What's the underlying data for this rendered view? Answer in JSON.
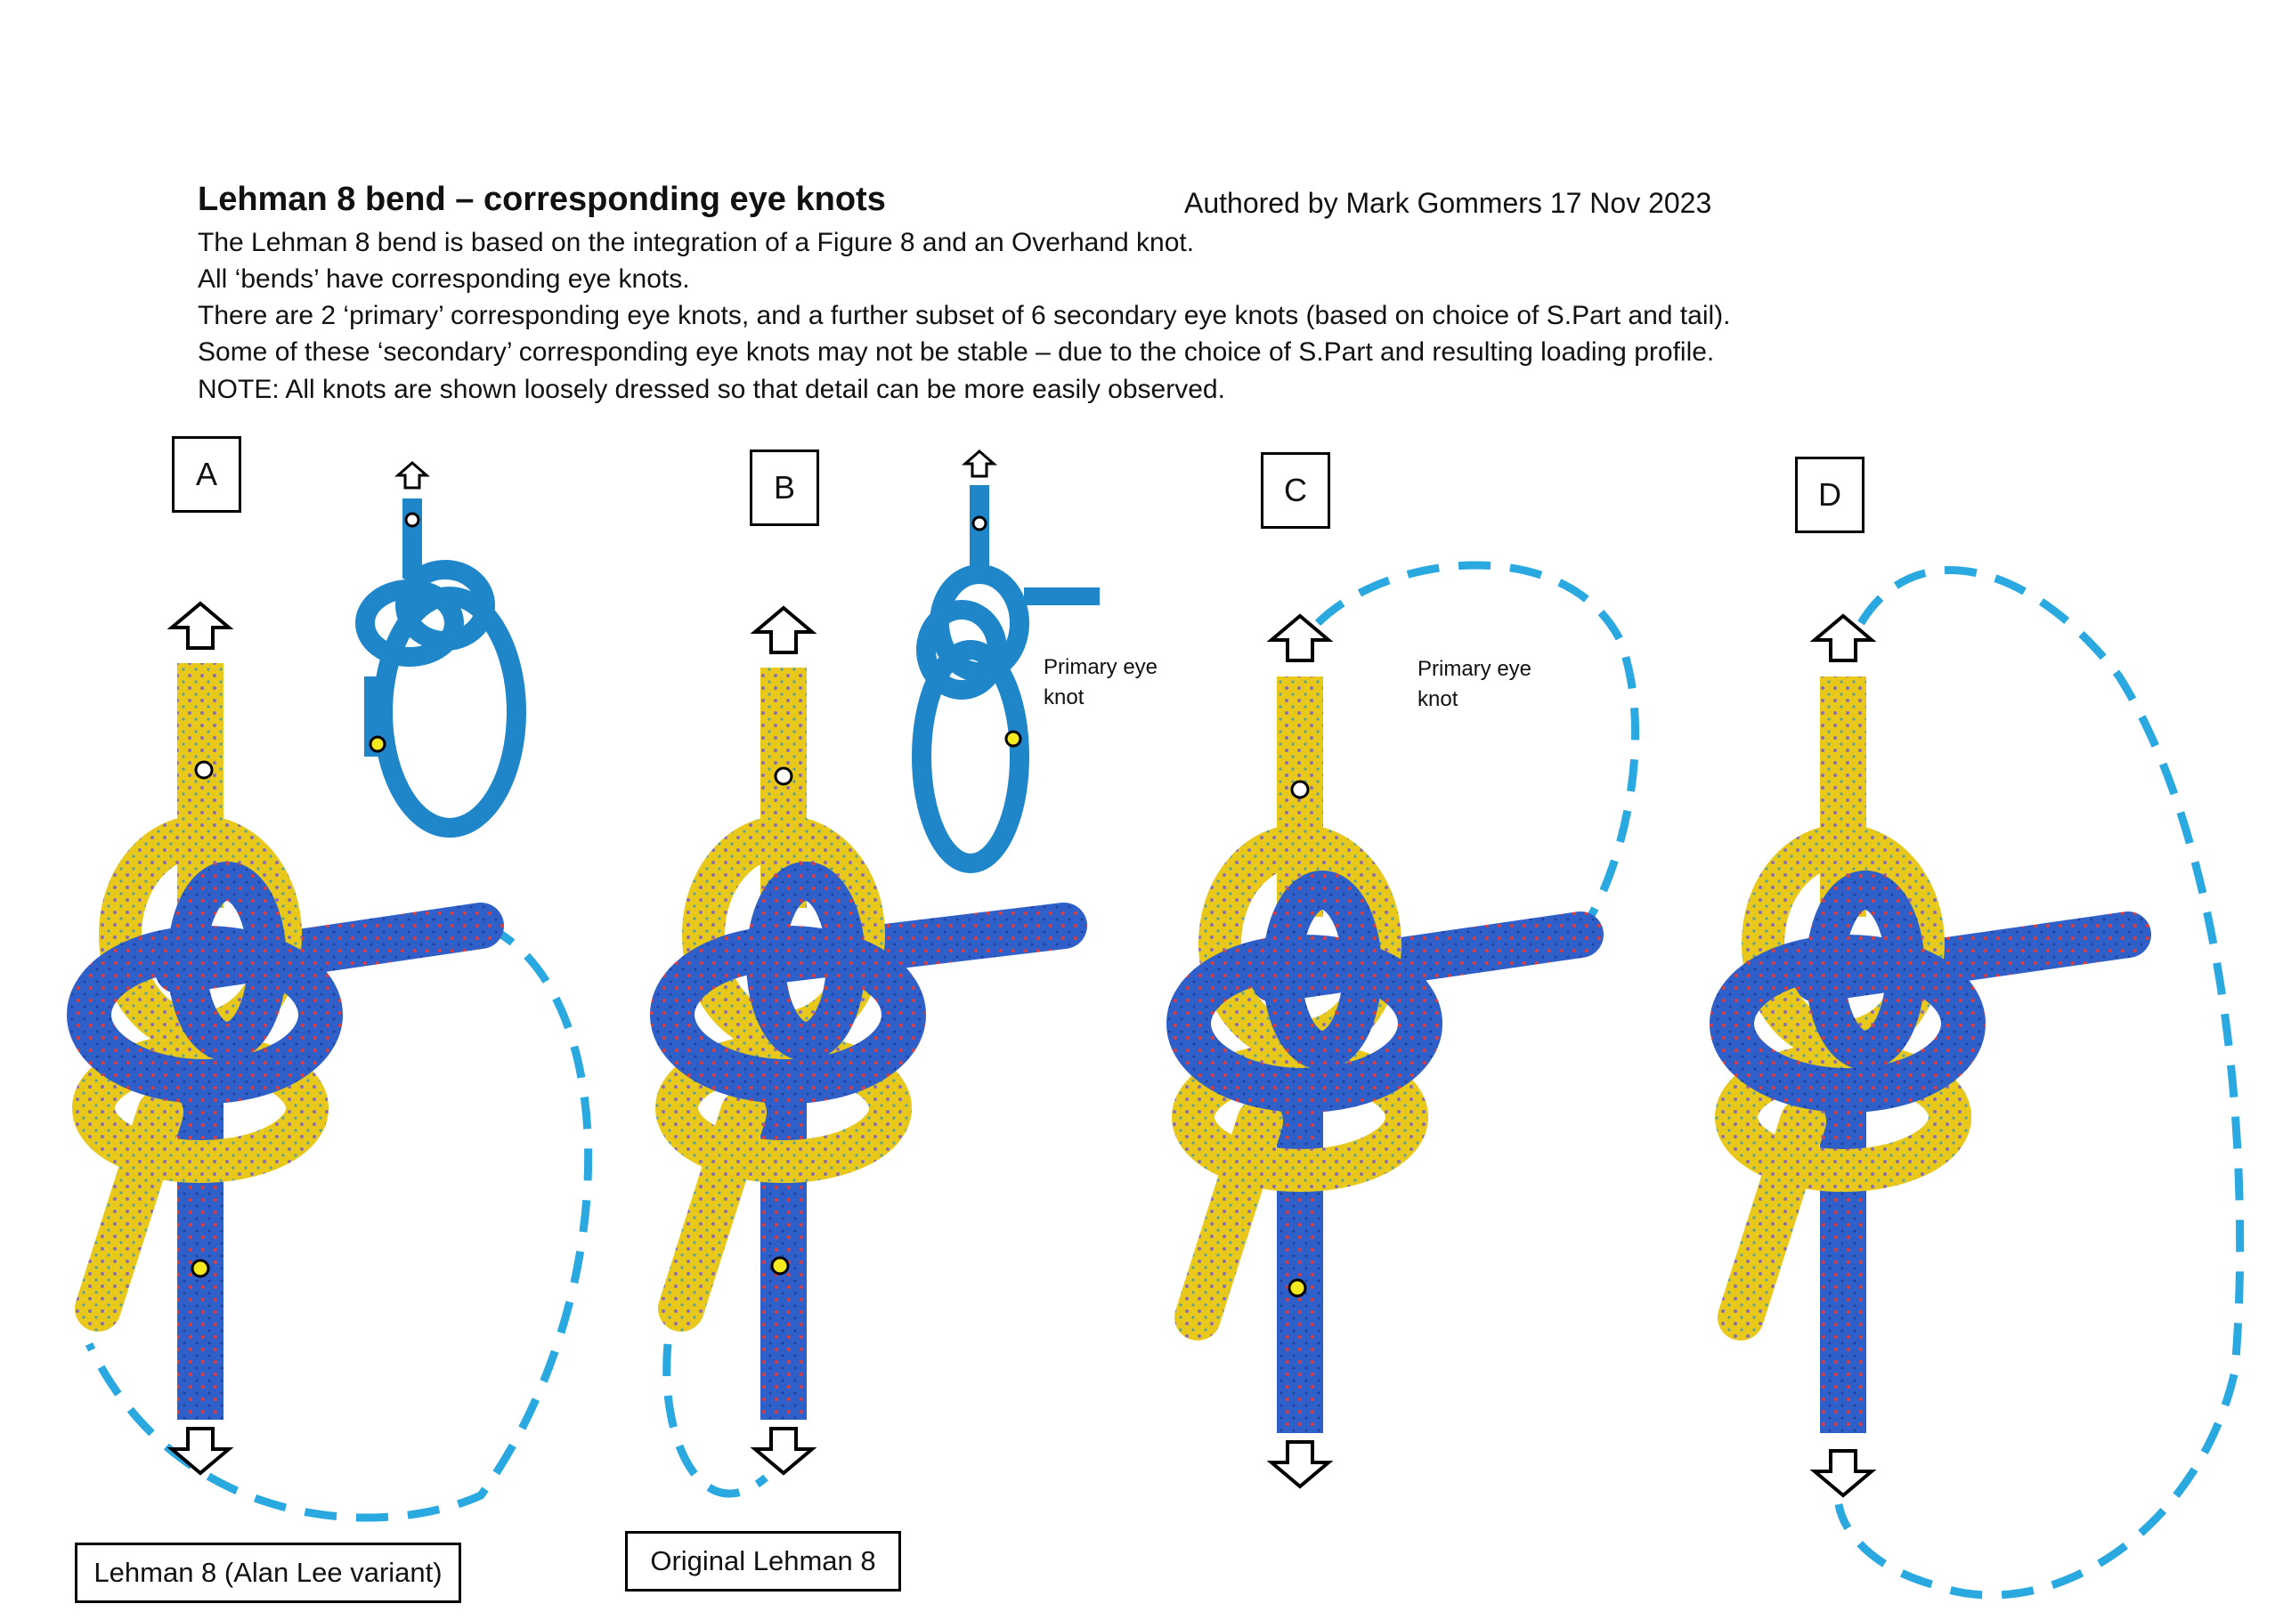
{
  "header": {
    "title": "Lehman 8 bend – corresponding eye knots",
    "author": "Authored by Mark Gommers 17 Nov 2023",
    "lines": [
      "The Lehman 8 bend is based on the integration of a Figure 8 and an Overhand knot.",
      "All ‘bends’ have corresponding eye knots.",
      "There are 2 ‘primary’ corresponding eye knots, and a further subset of 6 secondary eye knots (based on choice of S.Part and tail).",
      "Some of these ‘secondary’ corresponding eye knots may not be stable – due to the choice of S.Part and resulting loading profile.",
      "NOTE: All knots are shown loosely dressed so that detail can be more easily observed."
    ]
  },
  "panels": [
    {
      "label": "A",
      "caption": "Lehman 8 (Alan Lee variant)"
    },
    {
      "label": "B",
      "caption": "Original Lehman 8",
      "note": "Primary eye\nknot"
    },
    {
      "label": "C",
      "note": "Primary eye\nknot"
    },
    {
      "label": "D"
    }
  ],
  "colors": {
    "yellow_rope": "#e8c81a",
    "blue_rope": "#2f5fc9",
    "eye_rope": "#1e86c9",
    "dashed_path": "#2aa8e0",
    "marker_yellow": "#f4ea1f",
    "marker_white": "#ffffff"
  }
}
